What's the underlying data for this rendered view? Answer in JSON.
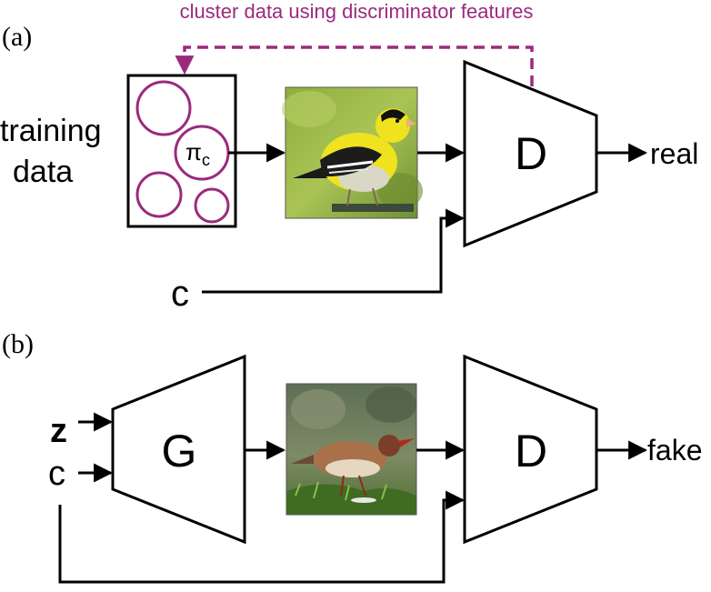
{
  "panel_a": {
    "label": "(a)",
    "feedback_label": "cluster data using discriminator features",
    "training_label_line1": "training",
    "training_label_line2": "data",
    "cluster_symbol": "π",
    "cluster_subscript": "c",
    "condition_label": "c",
    "discriminator_label": "D",
    "output_label": "real",
    "image_subject": "goldfinch-photo"
  },
  "panel_b": {
    "label": "(b)",
    "noise_label": "z",
    "condition_label": "c",
    "generator_label": "G",
    "discriminator_label": "D",
    "output_label": "fake",
    "image_subject": "generated-bird-photo"
  },
  "colors": {
    "stroke": "#000000",
    "accent": "#9b2a7d",
    "bird_yellow": "#f0e21e",
    "grass_green": "#7a9a45"
  }
}
